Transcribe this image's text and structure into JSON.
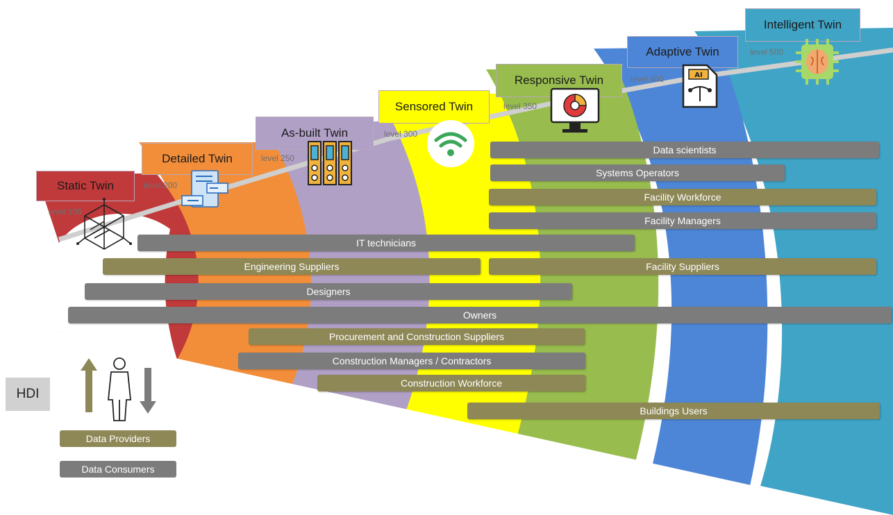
{
  "levels": [
    {
      "name": "Static Twin",
      "level": "level 100",
      "color": "#c0393b"
    },
    {
      "name": "Detailed Twin",
      "level": "level 200",
      "color": "#f28e3a"
    },
    {
      "name": "As-built Twin",
      "level": "level 250",
      "color": "#b0a0c6"
    },
    {
      "name": "Sensored Twin",
      "level": "level 300",
      "color": "#ffff00"
    },
    {
      "name": "Responsive Twin",
      "level": "level 350",
      "color": "#98bd4e"
    },
    {
      "name": "Adaptive Twin",
      "level": "level 400",
      "color": "#4d86d6"
    },
    {
      "name": "Intelligent Twin",
      "level": "level 500",
      "color": "#40a4c6"
    }
  ],
  "stakeholders": {
    "data_scientists": "Data scientists",
    "systems_operators": "Systems Operators",
    "facility_workforce": "Facility Workforce",
    "facility_managers": "Facility Managers",
    "it_technicians": "IT technicians",
    "engineering_suppliers": "Engineering Suppliers",
    "facility_suppliers": "Facility Suppliers",
    "designers": "Designers",
    "owners": "Owners",
    "procurement_suppliers": "Procurement and Construction Suppliers",
    "construction_managers": "Construction Managers / Contractors",
    "construction_workforce": "Construction Workforce",
    "buildings_users": "Buildings Users"
  },
  "hdi": "HDI",
  "legend": {
    "providers": "Data Providers",
    "consumers": "Data Consumers"
  },
  "colors": {
    "provider": "#8e8756",
    "consumer": "#7c7c7c"
  },
  "icons": [
    "wireframe-cube-icon",
    "document-form-icon",
    "server-racks-icon",
    "wifi-signal-icon",
    "monitor-chart-icon",
    "ai-vector-file-icon",
    "brain-chip-icon"
  ]
}
